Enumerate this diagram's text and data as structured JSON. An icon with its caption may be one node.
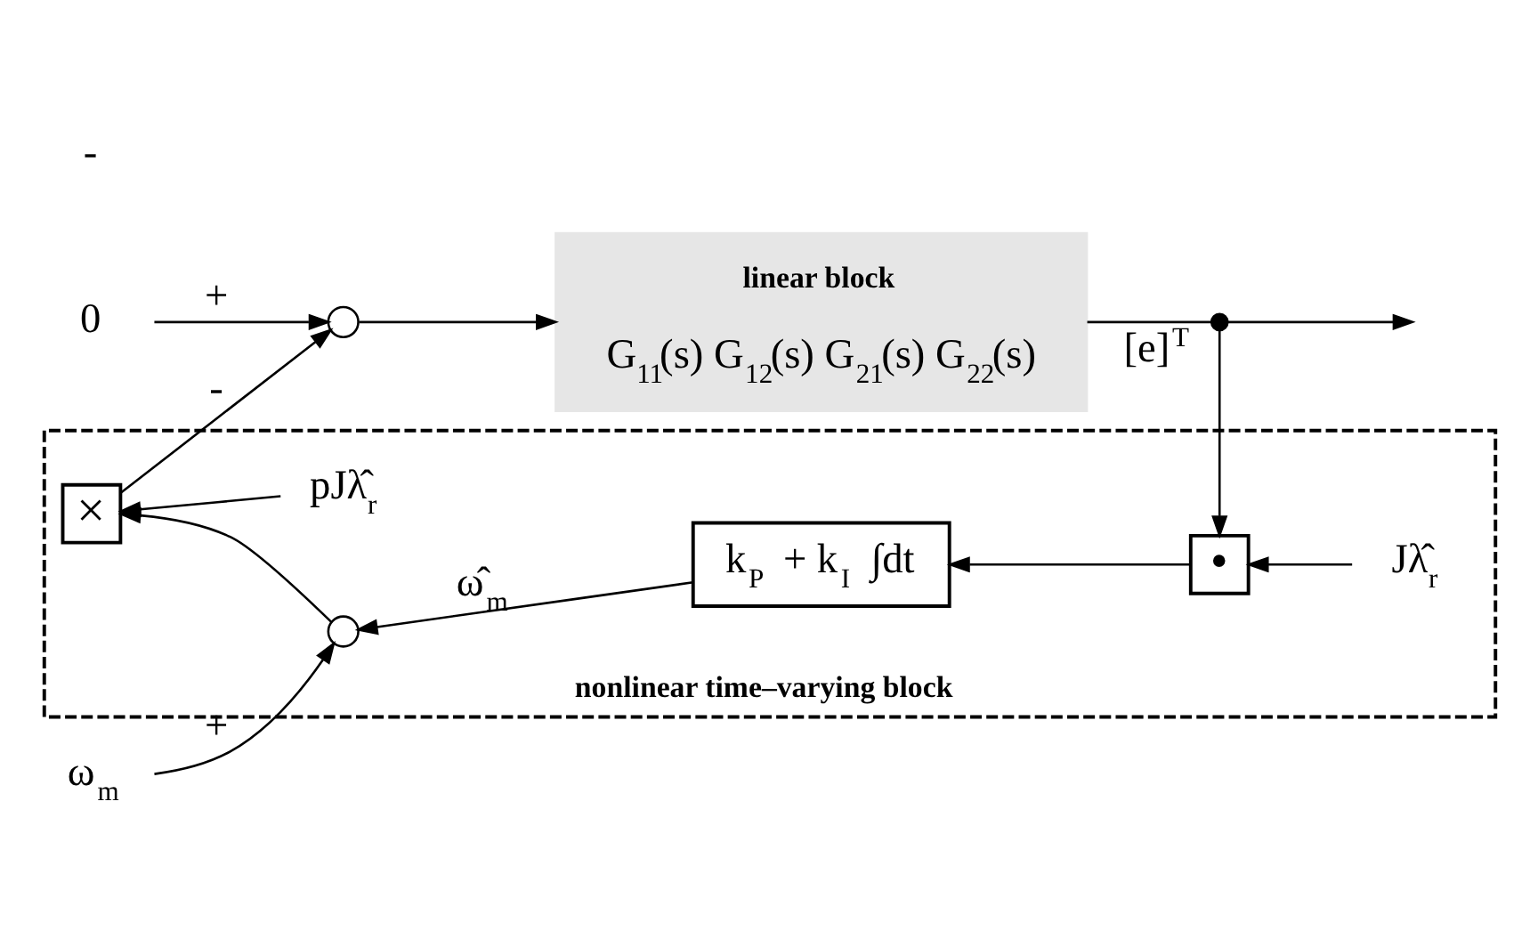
{
  "diagram": {
    "nodes": [
      {
        "text": [
          "0"
        ]
      },
      {
        "text": [],
        "shape": "circle"
      },
      {
        "text": [
          "linear block",
          "G$_{11}$(s) G$_{12}$(s) G$_{21}$(s) G$_{22}$(s)"
        ]
      },
      {
        "text": [],
        "shape": "circle",
        "beside": [
          "[e]$^{T}$"
        ]
      },
      {
        "text": [
          "nonlinear time–varying block"
        ]
      },
      {
        "text": [
          "×"
        ],
        "in": 4
      },
      {
        "text": [
          "pJλ̂$_{r}$"
        ],
        "in": 4
      },
      {
        "text": [
          "Jλ̂$_{r}$"
        ],
        "in": 4
      },
      {
        "text": [
          "•"
        ],
        "in": 4
      },
      {
        "text": [
          "k$_{P}$ + k$_{I}$ ∫dt"
        ],
        "in": 4
      },
      {
        "text": [],
        "shape": "circle",
        "in": 4
      },
      {
        "text": [
          "ω$_{m}$"
        ]
      }
    ],
    "edges": [
      {
        "from": 0,
        "to": 1,
        "arrow": "to",
        "label": "+"
      },
      {
        "from": 1,
        "to": 2,
        "arrow": "to"
      },
      {
        "from": 2,
        "to": 3,
        "arrow": "none"
      },
      {
        "from": 3,
        "to": null,
        "arrow": "to"
      },
      {
        "from": 3,
        "to": 8,
        "arrow": "to"
      },
      {
        "from": 7,
        "to": 8,
        "arrow": "to"
      },
      {
        "from": 8,
        "to": 9,
        "arrow": "to"
      },
      {
        "from": 9,
        "to": 10,
        "arrow": "to",
        "label": "ω̂$_{m}$"
      },
      {
        "from": 11,
        "to": 10,
        "arrow": "to",
        "label": "+"
      },
      {
        "from": 10,
        "to": 5,
        "arrow": "to"
      },
      {
        "from": 6,
        "to": 5,
        "arrow": "to"
      },
      {
        "from": 5,
        "to": 1,
        "arrow": "to",
        "label": "-"
      }
    ],
    "labels": [
      "-"
    ]
  }
}
